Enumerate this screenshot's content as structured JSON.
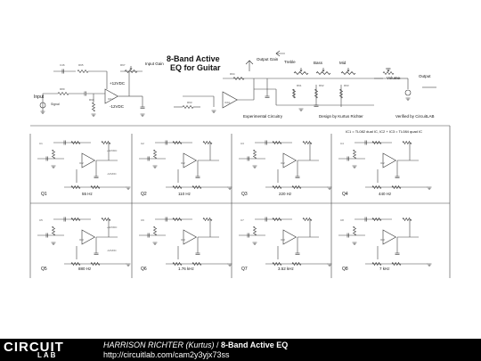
{
  "schematic": {
    "title_line1": "8-Band Active",
    "title_line2": "EQ for Guitar",
    "captions": {
      "experimental": "Experimental Circuitry",
      "design": "Design by Kurtus Richter",
      "verified": "Verified by CircuitLAB",
      "ic_note": "IC1 = TL082 dual IC, IC2 + IC3 = TL084 quad IC"
    },
    "io_labels": {
      "input": "Input",
      "input_gain": "Input Gain",
      "output_gain": "Output Gain",
      "treble": "Treble",
      "bass": "Bass",
      "mid": "Mid",
      "volume": "Volume",
      "output": "Output",
      "signal": "Signal",
      "pos_supply": "+12VDC",
      "neg_supply": "-12VDC"
    },
    "section_labels": [
      "Q1",
      "Q2",
      "Q3",
      "Q4",
      "Q5",
      "Q6",
      "Q7",
      "Q8"
    ],
    "band_freqs": [
      "55 Hz",
      "110 Hz",
      "220 Hz",
      "440 Hz",
      "880 Hz",
      "1.76 kHz",
      "3.52 kHz",
      "7 kHz"
    ]
  },
  "footer": {
    "logo_top": "CIRCUIT",
    "logo_bottom": "LAB",
    "author": "HARRISON RICHTER (Kurtus)",
    "separator": " / ",
    "title": "8-Band Active EQ",
    "url": "http://circuitlab.com/cam2y3yjx73ss"
  }
}
